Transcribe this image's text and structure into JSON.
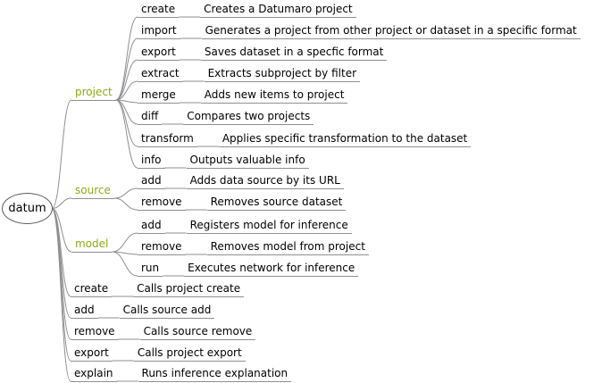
{
  "tree": {
    "root": {
      "label": "datum"
    },
    "project": {
      "label": "project",
      "children": [
        {
          "cmd": "create",
          "desc": "Creates a Datumaro project"
        },
        {
          "cmd": "import",
          "desc": "Generates a project from other project or dataset in a specific format"
        },
        {
          "cmd": "export",
          "desc": "Saves dataset in a specfic format"
        },
        {
          "cmd": "extract",
          "desc": "Extracts subproject by filter"
        },
        {
          "cmd": "merge",
          "desc": "Adds new items to project"
        },
        {
          "cmd": "diff",
          "desc": "Compares two projects"
        },
        {
          "cmd": "transform",
          "desc": "Applies specific transformation to the dataset"
        },
        {
          "cmd": "info",
          "desc": "Outputs valuable info"
        }
      ]
    },
    "source": {
      "label": "source",
      "children": [
        {
          "cmd": "add",
          "desc": "Adds data source by its URL"
        },
        {
          "cmd": "remove",
          "desc": "Removes source dataset"
        }
      ]
    },
    "model": {
      "label": "model",
      "children": [
        {
          "cmd": "add",
          "desc": "Registers model for inference"
        },
        {
          "cmd": "remove",
          "desc": "Removes model from project"
        },
        {
          "cmd": "run",
          "desc": "Executes network for inference"
        }
      ]
    },
    "shortcuts": [
      {
        "cmd": "create",
        "desc": "Calls project create"
      },
      {
        "cmd": "add",
        "desc": "Calls source add"
      },
      {
        "cmd": "remove",
        "desc": "Calls source remove"
      },
      {
        "cmd": "export",
        "desc": "Calls project export"
      },
      {
        "cmd": "explain",
        "desc": "Runs inference explanation"
      }
    ]
  },
  "colors": {
    "branch_label": "#8caa14",
    "edge": "#8f8f8f",
    "text": "#000000",
    "background": "#ffffff"
  }
}
